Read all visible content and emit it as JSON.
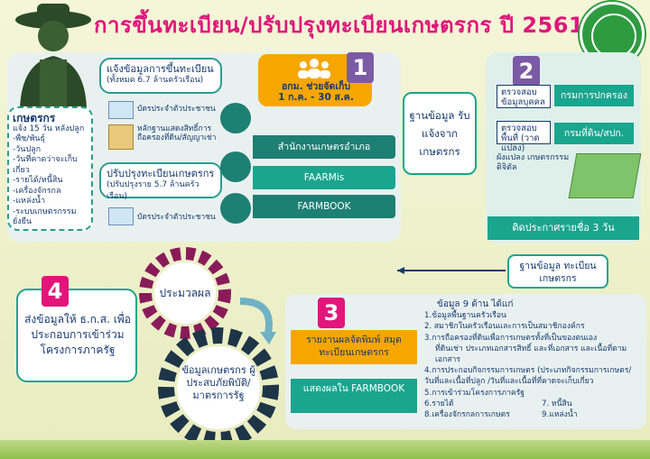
{
  "title": "การขึ้นทะเบียน/ปรับปรุงทะเบียนเกษตรกร ปี 2561",
  "farmer": {
    "heading": "เกษตรกร",
    "items": [
      "แจ้ง 15 วัน หลังปลูก",
      "-พืช/พันธุ์",
      "-วันปลูก",
      "-วันที่คาดว่าจะเก็บเกี่ยว",
      "-รายได้/หนี้สิน",
      "-เครื่องจักรกล",
      "-แหล่งน้ำ",
      "-ระบบเกษตรกรรมยั่งยืน"
    ]
  },
  "register": {
    "label": "แจ้งข้อมูลการขึ้นทะเบียน",
    "sub": "(ทั้งหมด 6.7 ล้านครัวเรือน)"
  },
  "update": {
    "label": "ปรับปรุงทะเบียนเกษตรกร",
    "sub": "(ปรับปรุงราย 5.7 ล้านครัวเรือน)"
  },
  "docs": {
    "id_card_1": "บัตรประจำตัวประชาชน",
    "land_docs": "หลักฐานแสดงสิทธิ์การถือครองที่ดิน/สัญญาเช่า",
    "id_card_2": "บัตรประจำตัวประชาชน"
  },
  "step1": {
    "number": "1",
    "text": "อกม. ช่วยจัดเก็บ",
    "dates": "1 ก.ค. - 30 ส.ค."
  },
  "channels": [
    "สำนักงานเกษตรอำเภอ",
    "FAARMis",
    "FARMBOOK"
  ],
  "database": "ฐานข้อมูล รับแจ้งจาก เกษตรกร",
  "step2": {
    "number": "2",
    "check_person": "ตรวจสอบ ข้อมูลบุคคล",
    "dept_admin": "กรมการปกครอง",
    "check_area": "ตรวจสอบพื้นที่ (วาดแปลง)",
    "dept_land": "กรมที่ดิน/สปก.",
    "digital_map": "ผังแปลง เกษตรกรรมดิจิตัล",
    "announce": "ติดประกาศรายชื่อ 3 วัน"
  },
  "registry_db": "ฐานข้อมูล ทะเบียนเกษตรกร",
  "step3": {
    "number": "3",
    "report": "รายงานผลจัดพิมพ์ สมุดทะเบียนเกษตรกร",
    "farmbook": "แสดงผลใน FARMBOOK",
    "heading": "ข้อมูล 9 ด้าน ได้แก่",
    "items": [
      "1.ข้อมูลพื้นฐานครัวเรือน",
      "2. สมาชิกในครัวเรือนและการเป็นสมาชิกองค์กร",
      "3.การถือครองที่ดินเพื่อการเกษตรทั้งที่เป็นของตนเอง",
      "ที่ดินเช่า ประเภทเอกสารสิทธิ์ และที่เอกสาร และเนื้อที่ตามเอกสาร",
      "4.การประกอบกิจกรรมการเกษตร (ประเภทกิจกรรมการเกษตร/",
      "วันที่และเนื้อที่ปลูก /วันที่และเนื้อที่ที่คาดจะเก็บเกี่ยว",
      "5.การเข้าร่วมโครงการภาครัฐ"
    ],
    "col_left": [
      "6.รายได้",
      "8.เครื่องจักรกลการเกษตร"
    ],
    "col_right": [
      "7. หนี้สิน",
      "9.แหล่งน้ำ"
    ]
  },
  "gear_top": "ประมวลผล",
  "gear_bottom": "ข้อมูลเกษตรกร ผู้ประสบภัยพิบัติ/ มาตรการรัฐ",
  "step4": {
    "number": "4",
    "text": "ส่งข้อมูลให้ ธ.ก.ส. เพื่อประกอบการเข้าร่วม โครงการภาครัฐ"
  }
}
